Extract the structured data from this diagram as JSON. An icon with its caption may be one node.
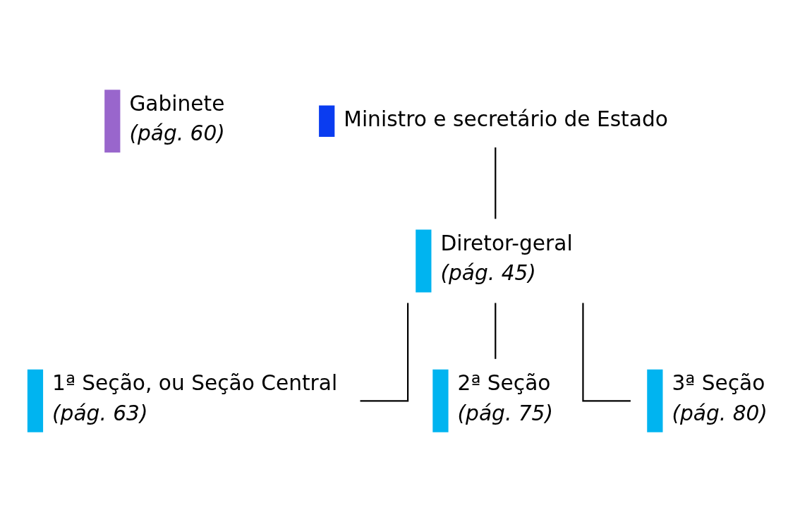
{
  "diagram": {
    "nodes": [
      {
        "text": [
          "Ministro e secretário de Estado"
        ]
      },
      {
        "text": [
          "Gabinete",
          "(pág. 60)"
        ]
      },
      {
        "text": [
          "Diretor-geral",
          "(pág. 45)"
        ]
      },
      {
        "text": [
          "1ª Seção, ou Seção Central",
          "(pág. 63)"
        ]
      },
      {
        "text": [
          "2ª Seção",
          "(pág. 75)"
        ]
      },
      {
        "text": [
          "3ª Seção",
          "(pág. 80)"
        ]
      }
    ],
    "edges": [
      {
        "from": 0,
        "to": 2,
        "arrow": "none"
      },
      {
        "from": 2,
        "to": 3,
        "arrow": "none"
      },
      {
        "from": 2,
        "to": 4,
        "arrow": "none"
      },
      {
        "from": 2,
        "to": 5,
        "arrow": "none"
      }
    ]
  }
}
